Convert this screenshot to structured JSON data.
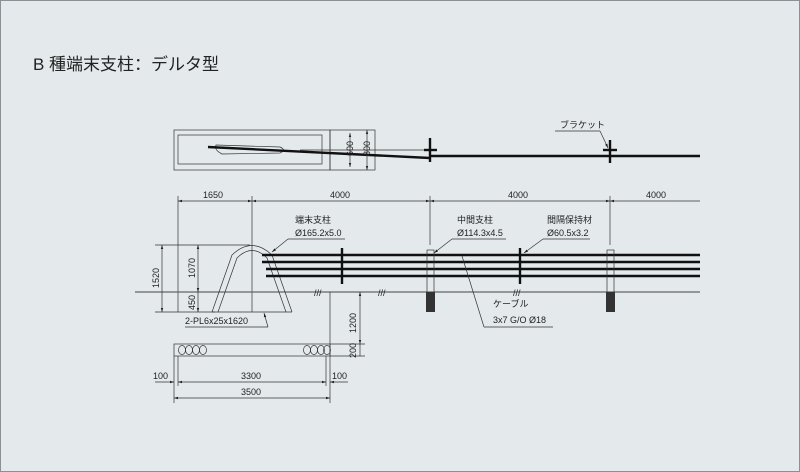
{
  "title": "B 種端末支柱：デルタ型",
  "plan_view": {
    "bracket_label": "ブラケット",
    "dim_small_a": "600",
    "dim_small_b": "800"
  },
  "elevation": {
    "spans": [
      "1650",
      "4000",
      "4000",
      "4000"
    ],
    "end_post": {
      "label": "端末支柱",
      "spec": "Ø165.2x5.0"
    },
    "middle_post": {
      "label": "中間支柱",
      "spec": "Ø114.3x4.5"
    },
    "spacer": {
      "label": "間隔保持材",
      "spec": "Ø60.5x3.2"
    },
    "cable": {
      "label": "ケーブル",
      "spec": "3x7 G/O Ø18"
    },
    "plate": "2-PL6x25x1620",
    "heights": {
      "total": "1520",
      "above": "1070",
      "below": "450",
      "foundation_depth": "1200",
      "foundation_thickness": "200"
    }
  },
  "foundation": {
    "edge_left": "100",
    "inner": "3300",
    "edge_right": "100",
    "total": "3500"
  }
}
